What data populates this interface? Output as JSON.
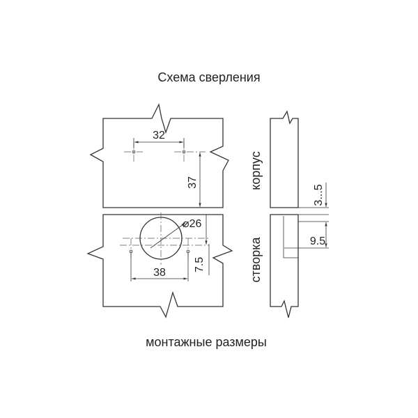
{
  "title": "Схема сверления",
  "footer": "монтажные размеры",
  "labels": {
    "korpus": "корпус",
    "stvorka": "створка"
  },
  "dimensions": {
    "hole_spacing_top": "32",
    "depth_top": "37",
    "cup_diameter": "⌀26",
    "hole_spacing_bottom": "38",
    "offset_bottom": "7.5",
    "overlay_range": "3...5",
    "side_offset": "9.5"
  }
}
